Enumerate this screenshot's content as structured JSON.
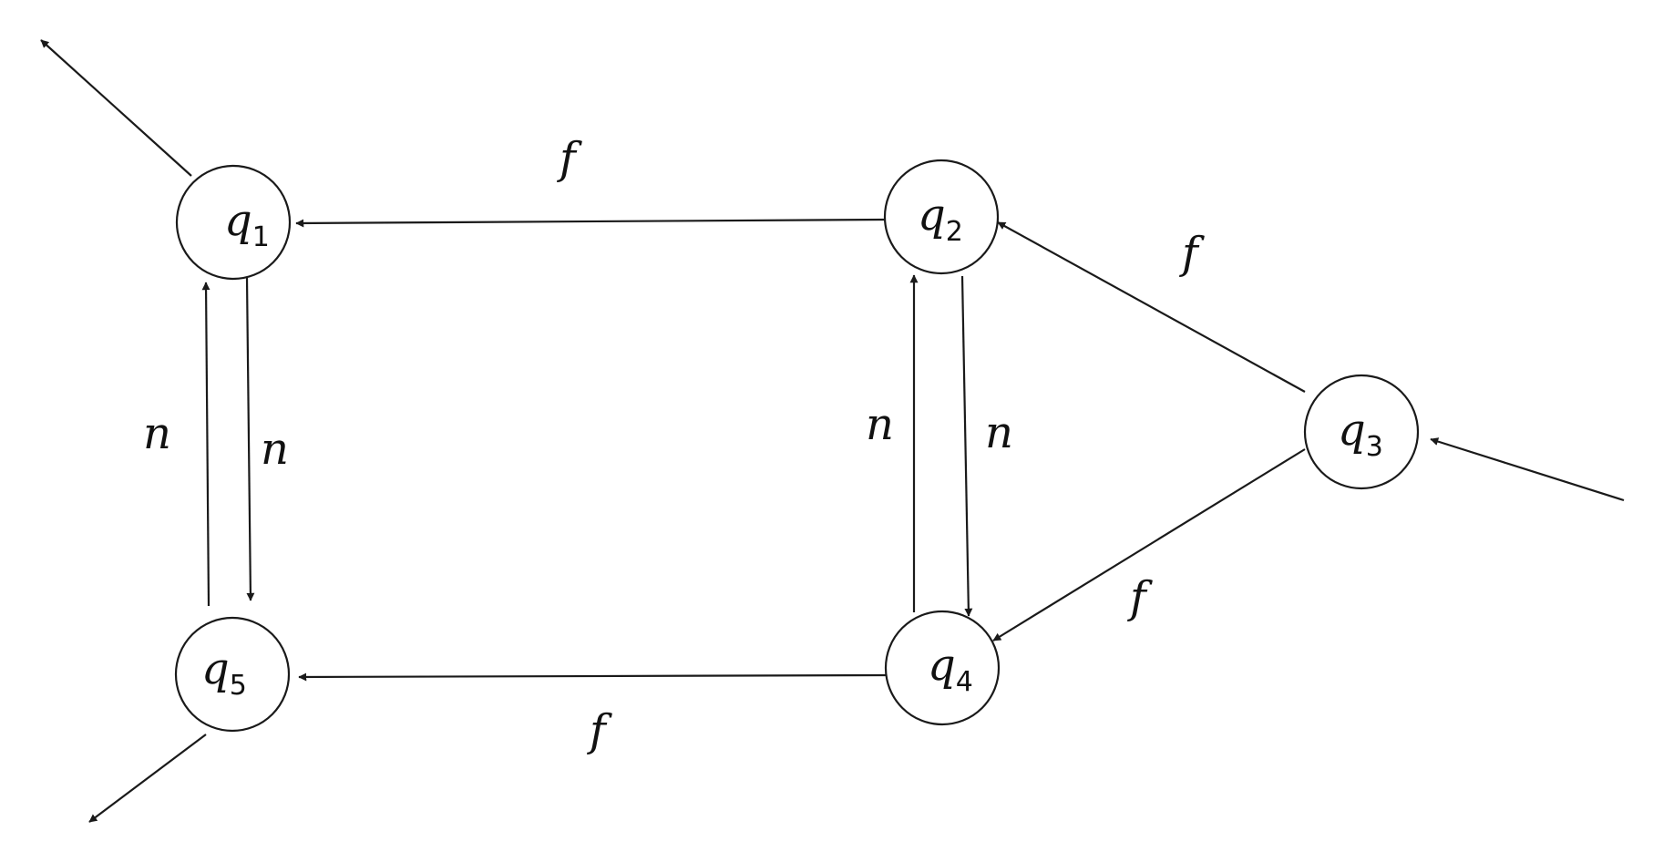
{
  "colors": {
    "stroke": "#1a1a1a",
    "text": "#111111",
    "background": "#ffffff"
  },
  "nodes": [
    {
      "id": "q1",
      "symbol": "q",
      "subscript": "1"
    },
    {
      "id": "q2",
      "symbol": "q",
      "subscript": "2"
    },
    {
      "id": "q3",
      "symbol": "q",
      "subscript": "3"
    },
    {
      "id": "q4",
      "symbol": "q",
      "subscript": "4"
    },
    {
      "id": "q5",
      "symbol": "q",
      "subscript": "5"
    }
  ],
  "edges": [
    {
      "from": "q2",
      "to": "q1",
      "label": "f"
    },
    {
      "from": "q3",
      "to": "q2",
      "label": "f"
    },
    {
      "from": "q3",
      "to": "q4",
      "label": "f"
    },
    {
      "from": "q4",
      "to": "q5",
      "label": "f"
    },
    {
      "from": "q1",
      "to": "q5",
      "label": "n"
    },
    {
      "from": "q5",
      "to": "q1",
      "label": "n"
    },
    {
      "from": "q2",
      "to": "q4",
      "label": "n"
    },
    {
      "from": "q4",
      "to": "q2",
      "label": "n"
    }
  ],
  "initial_arrow": {
    "to": "q3"
  },
  "final_arrows": [
    {
      "from": "q1"
    },
    {
      "from": "q5"
    }
  ]
}
